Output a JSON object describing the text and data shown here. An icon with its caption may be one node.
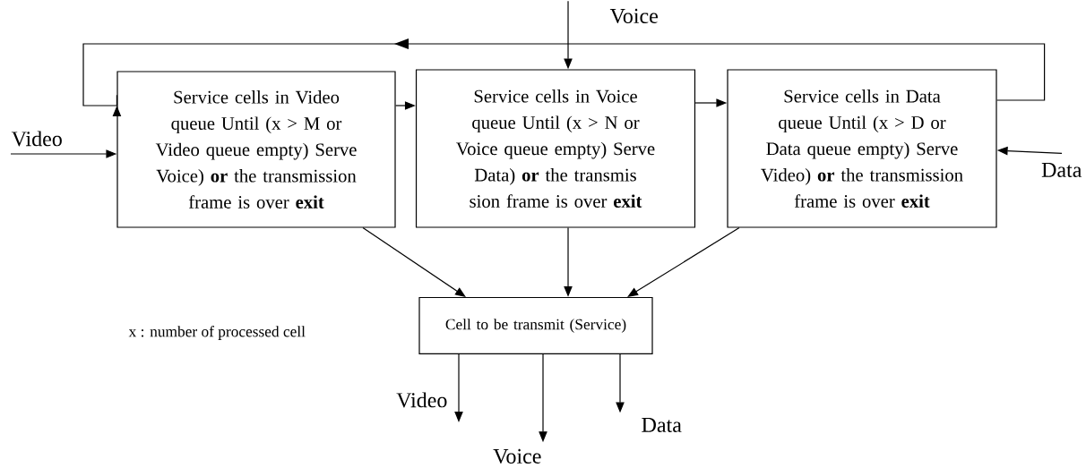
{
  "diagram": {
    "nodes": [
      {
        "text": [
          "Service cells in Video queue Until (x > M or Video queue empty) Serve Voice) **or** the transmission frame is over **exit**"
        ]
      },
      {
        "text": [
          "Service cells in Voice queue Until (x > N or Voice queue empty) Serve Data) **or** the transmis sion frame is over **exit**"
        ]
      },
      {
        "text": [
          "Service cells in Data queue Until (x > D or Data queue empty) Serve Video) **or** the transmission frame is over **exit**"
        ]
      },
      {
        "text": [
          "Cell to be transmit (Service)"
        ]
      },
      {
        "text": [
          "Video"
        ]
      },
      {
        "text": [
          "Voice"
        ]
      },
      {
        "text": [
          "Data"
        ]
      },
      {
        "text": [
          "Video"
        ]
      },
      {
        "text": [
          "Voice"
        ]
      },
      {
        "text": [
          "Data"
        ]
      }
    ],
    "edges": [
      {
        "from": 4,
        "to": 0,
        "arrow": "to"
      },
      {
        "from": 5,
        "to": 1,
        "arrow": "to"
      },
      {
        "from": 6,
        "to": 2,
        "arrow": "to"
      },
      {
        "from": 0,
        "to": 1,
        "arrow": "to"
      },
      {
        "from": 1,
        "to": 2,
        "arrow": "to"
      },
      {
        "from": 2,
        "to": 0,
        "arrow": "to"
      },
      {
        "from": 0,
        "to": 3,
        "arrow": "to"
      },
      {
        "from": 1,
        "to": 3,
        "arrow": "to"
      },
      {
        "from": 2,
        "to": 3,
        "arrow": "to"
      },
      {
        "from": 3,
        "to": 7,
        "arrow": "to"
      },
      {
        "from": 3,
        "to": 8,
        "arrow": "to"
      },
      {
        "from": 3,
        "to": 9,
        "arrow": "to"
      }
    ],
    "labels": [
      "x : number of processed cell"
    ]
  }
}
